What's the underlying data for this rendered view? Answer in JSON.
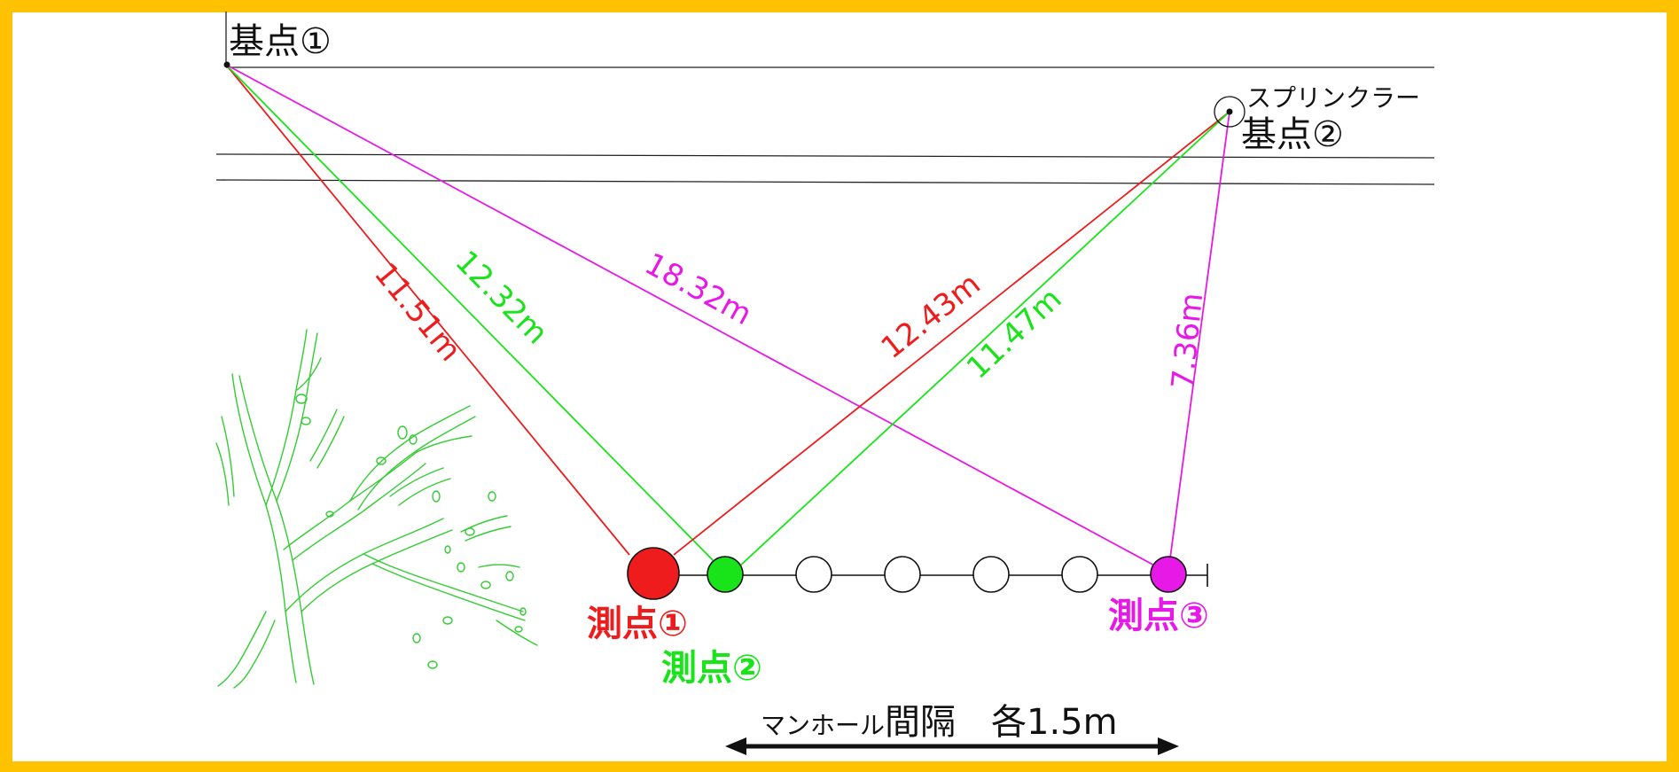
{
  "colors": {
    "frame": "#fec200",
    "red": "#ee1c1c",
    "green": "#19e319",
    "magenta": "#e619e6",
    "tree": "#33cc33",
    "black": "#111111"
  },
  "labels": {
    "base1": "基点①",
    "base2_note": "スプリンクラー",
    "base2": "基点②",
    "point1": "測点①",
    "point2": "測点②",
    "point3": "測点③",
    "spacing_prefix": "マンホール",
    "spacing_main": "間隔　各",
    "spacing_value": "1.5m"
  },
  "distances": {
    "b1_p1": "11.51m",
    "b1_p2": "12.32m",
    "b1_p3": "18.32m",
    "b2_p1": "12.43m",
    "b2_p2": "11.47m",
    "b2_p3": "7.36m"
  }
}
